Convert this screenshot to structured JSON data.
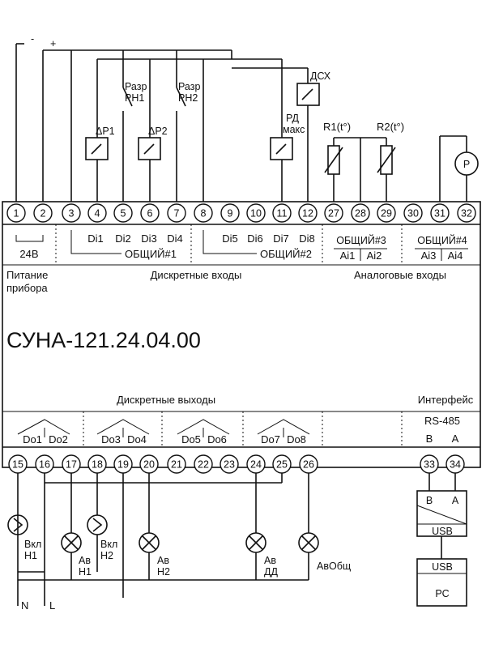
{
  "power": {
    "minus": "-",
    "plus": "+",
    "voltage": "24В",
    "label_line1": "Питание",
    "label_line2": "прибора"
  },
  "model": "СУНА-121.24.04.00",
  "inputs": {
    "discrete_title": "Дискретные входы",
    "analog_title": "Аналоговые входы",
    "di": [
      "Di1",
      "Di2",
      "Di3",
      "Di4",
      "Di5",
      "Di6",
      "Di7",
      "Di8"
    ],
    "common1": "ОБЩИЙ#1",
    "common2": "ОБЩИЙ#2",
    "common3": "ОБЩИЙ#3",
    "common4": "ОБЩИЙ#4",
    "ai": [
      "Ai1",
      "Ai2",
      "Ai3",
      "Ai4"
    ]
  },
  "outputs": {
    "discrete_title": "Дискретные выходы",
    "do": [
      "Do1",
      "Do2",
      "Do3",
      "Do4",
      "Do5",
      "Do6",
      "Do7",
      "Do8"
    ]
  },
  "interface": {
    "title": "Интерфейс",
    "protocol": "RS-485",
    "b": "B",
    "a": "A"
  },
  "top_terminals": [
    "1",
    "2",
    "3",
    "4",
    "5",
    "6",
    "7",
    "8",
    "9",
    "10",
    "11",
    "12",
    "27",
    "28",
    "29",
    "30",
    "31",
    "32"
  ],
  "bottom_terminals": [
    "15",
    "16",
    "17",
    "18",
    "19",
    "20",
    "21",
    "22",
    "23",
    "24",
    "25",
    "26",
    "33",
    "34"
  ],
  "sensors": {
    "p1": "ΔР1",
    "p2": "ΔР2",
    "razr1_l1": "Разр",
    "razr1_l2": "РН1",
    "razr2_l1": "Разр",
    "razr2_l2": "РН2",
    "rd_l1": "РД",
    "rd_l2": "макс",
    "dsh": "ДСХ",
    "r1": "R1(t°)",
    "r2": "R2(t°)",
    "p": "P"
  },
  "loads": {
    "vkl_h1_l1": "Вкл",
    "vkl_h1_l2": "Н1",
    "av_h1_l1": "Ав",
    "av_h1_l2": "Н1",
    "vkl_h2_l1": "Вкл",
    "vkl_h2_l2": "Н2",
    "av_h2_l1": "Ав",
    "av_h2_l2": "Н2",
    "av_dd_l1": "Ав",
    "av_dd_l2": "ДД",
    "av_common": "АвОбщ"
  },
  "mains": {
    "n": "N",
    "l": "L"
  },
  "converter": {
    "b": "B",
    "a": "A",
    "usb_top": "USB",
    "usb_bottom": "USB",
    "pc": "PC"
  }
}
